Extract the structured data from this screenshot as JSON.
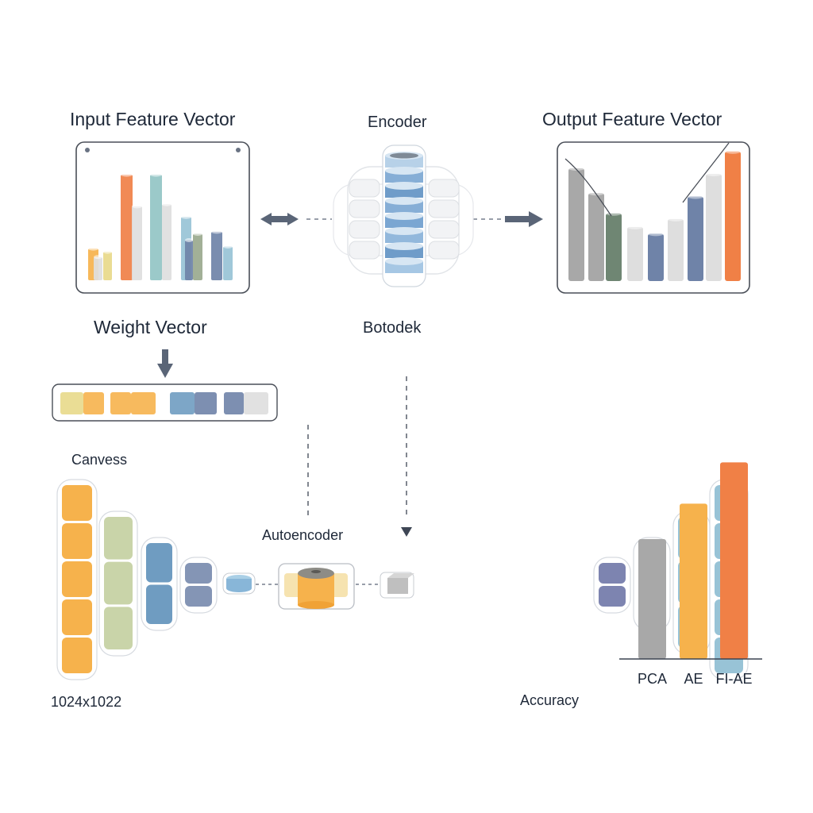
{
  "labels": {
    "input_title": "Input Feature Vector",
    "encoder_title": "Encoder",
    "output_title": "Output Feature Vector",
    "weight_title": "Weight Vector",
    "bottleneck_title": "Botodek",
    "canvas_title": "Canvess",
    "autoencoder_title": "Autoencoder",
    "canvas_size": "1024x1022",
    "accuracy_title": "Accuracy"
  },
  "colors": {
    "orange": "#f08046",
    "amber": "#f6b24c",
    "yellow": "#e8d98a",
    "teal": "#93c4c4",
    "sage": "#9aa98e",
    "green": "#6f8673",
    "blue_light": "#98c3d6",
    "blue_mid": "#6f9cc1",
    "slate": "#6f83a8",
    "gray": "#a8a8a8",
    "gray_light": "#dedede",
    "arrow": "#5a6577"
  },
  "input_bars": [
    {
      "v": 0.3,
      "c": "amber"
    },
    {
      "v": 0.22,
      "c": "gray_light"
    },
    {
      "v": 0.27,
      "c": "yellow"
    },
    {
      "v": 1.0,
      "c": "orange"
    },
    {
      "v": 0.7,
      "c": "gray_light"
    },
    {
      "v": 1.0,
      "c": "teal"
    },
    {
      "v": 0.72,
      "c": "gray_light"
    },
    {
      "v": 0.6,
      "c": "blue_light"
    },
    {
      "v": 0.38,
      "c": "slate"
    },
    {
      "v": 0.44,
      "c": "sage"
    },
    {
      "v": 0.46,
      "c": "slate"
    },
    {
      "v": 0.32,
      "c": "blue_light"
    }
  ],
  "output_bars": [
    {
      "v": 1.0,
      "c": "gray"
    },
    {
      "v": 0.78,
      "c": "gray"
    },
    {
      "v": 0.6,
      "c": "green"
    },
    {
      "v": 0.48,
      "c": "gray_light"
    },
    {
      "v": 0.42,
      "c": "slate"
    },
    {
      "v": 0.55,
      "c": "gray_light"
    },
    {
      "v": 0.75,
      "c": "slate"
    },
    {
      "v": 0.95,
      "c": "gray_light"
    },
    {
      "v": 1.15,
      "c": "orange"
    }
  ],
  "weight_cells": [
    "yellow",
    "amber",
    "amber",
    "amber",
    "blue_mid",
    "slate",
    "slate",
    "gray_light"
  ],
  "chart_data": {
    "type": "bar",
    "title": "",
    "xlabel": "",
    "ylabel": "",
    "categories": [
      "PCA",
      "AE",
      "FI-AE"
    ],
    "values": [
      0.61,
      0.79,
      1.0
    ],
    "colors": [
      "gray",
      "amber",
      "orange"
    ],
    "ylim": [
      0,
      1.05
    ],
    "grid": false
  }
}
